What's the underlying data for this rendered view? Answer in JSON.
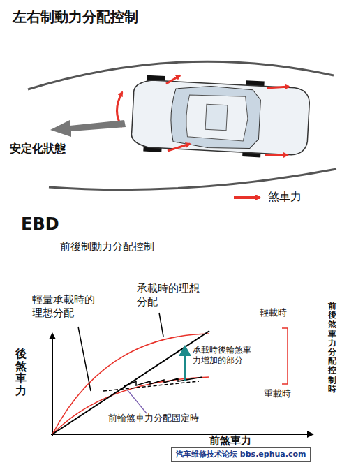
{
  "diagram": {
    "title": "左右制動力分配控制",
    "nodes": [
      {
        "text": [
          "汽车维修技术论坛 bbs.ephua.com"
        ]
      }
    ],
    "labels": [
      "安定化狀態",
      "EBD",
      "前後制動力分配控制",
      "輕量承載時的理想分配",
      "承載時的理想分配",
      "後煞車力",
      "輕載時",
      "承載時後輪煞車力增加的部分",
      "前後煞車力分配控制時",
      "重載時",
      "前輪煞車力分配固定時",
      "前煞車力"
    ],
    "legend": [
      {
        "text": "煞車力"
      }
    ]
  }
}
